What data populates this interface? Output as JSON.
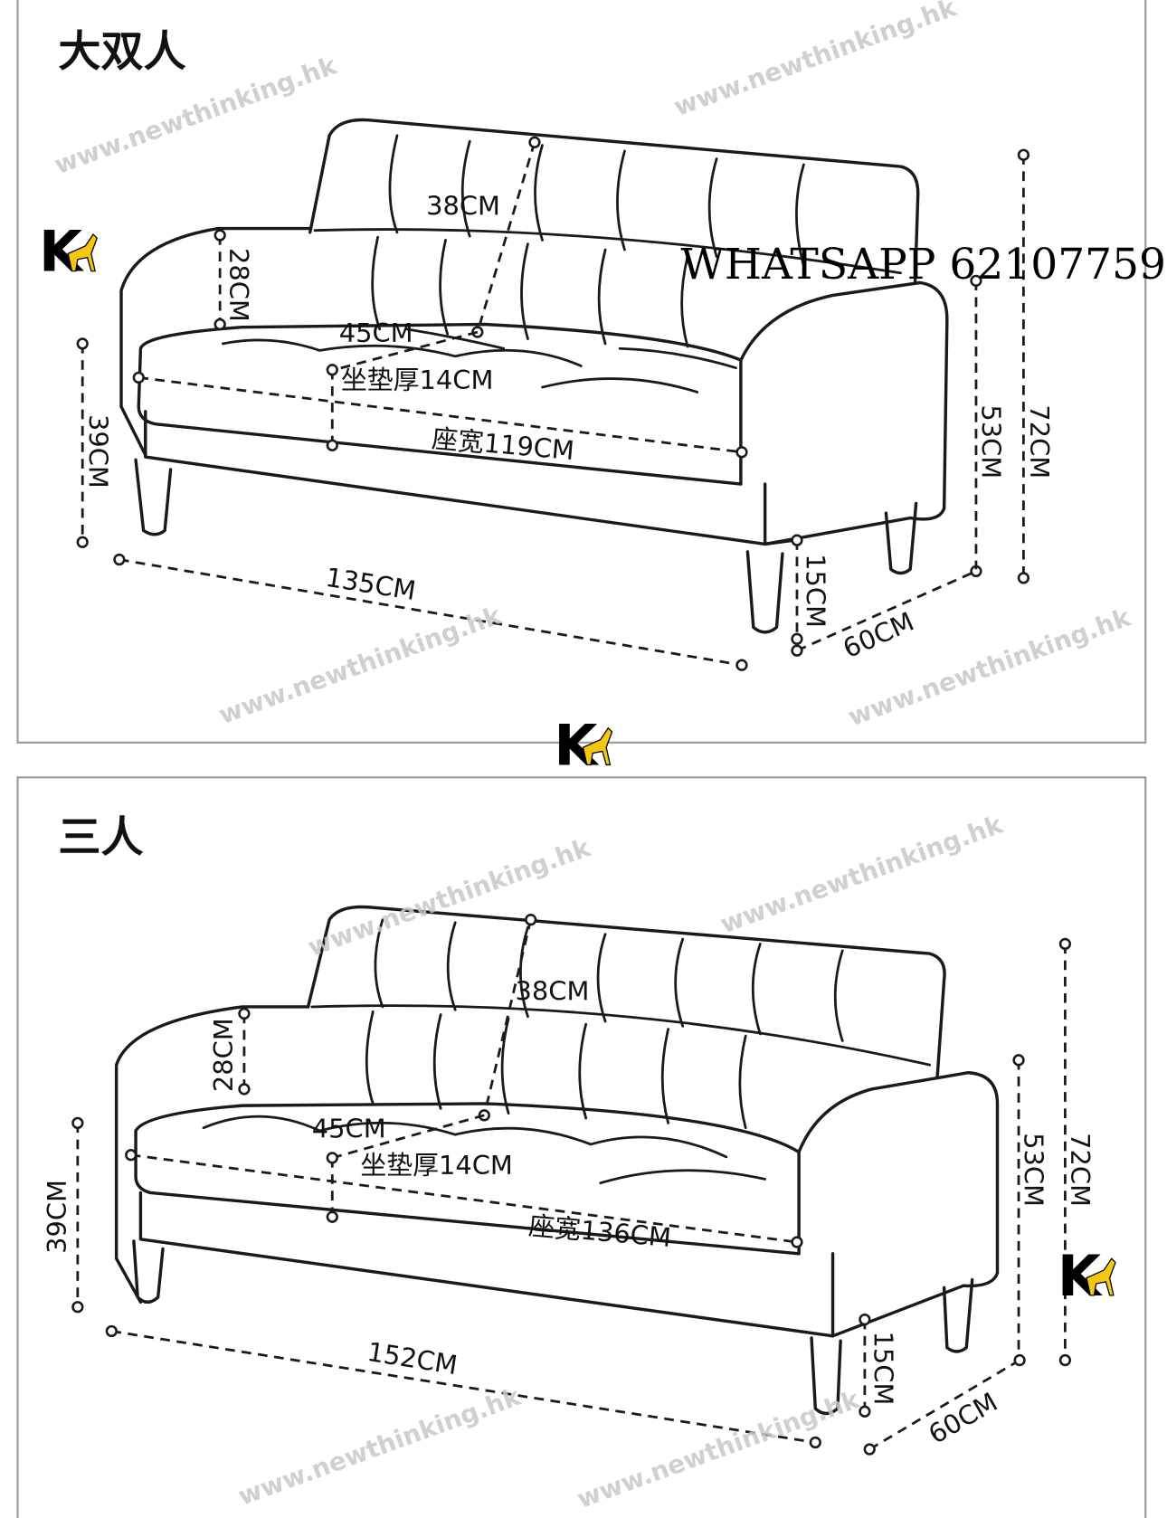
{
  "contact": "WHATSAPP 62107759",
  "watermark": "www.newthinking.hk",
  "logo": {
    "letter": "K",
    "accent_color": "#f2c811"
  },
  "top": {
    "title": "大双人",
    "back_height": "38CM",
    "arm_height": "28CM",
    "seat_depth": "45CM",
    "cushion": "坐垫厚14CM",
    "seat_width": "座宽119CM",
    "seat_height": "39CM",
    "total_width": "135CM",
    "leg_height": "15CM",
    "total_depth": "60CM",
    "arm_total_height": "53CM",
    "total_height": "72CM"
  },
  "bottom": {
    "title": "三人",
    "back_height": "38CM",
    "arm_height": "28CM",
    "seat_depth": "45CM",
    "cushion": "坐垫厚14CM",
    "seat_width": "座宽136CM",
    "seat_height": "39CM",
    "total_width": "152CM",
    "leg_height": "15CM",
    "total_depth": "60CM",
    "arm_total_height": "53CM",
    "total_height": "72CM"
  }
}
